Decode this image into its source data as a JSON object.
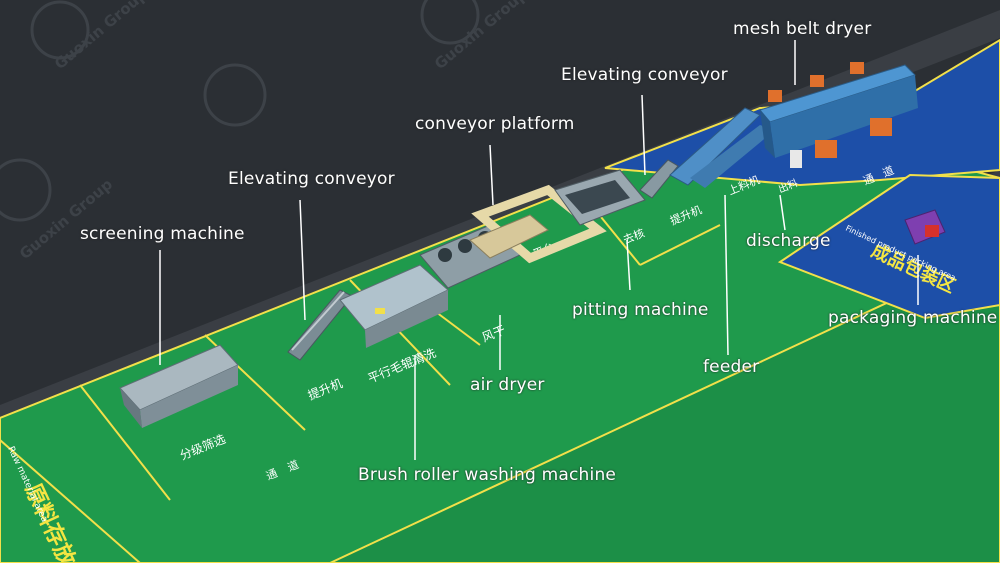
{
  "labels": {
    "mesh_belt_dryer": "mesh belt dryer",
    "elevating_conveyor_top": "Elevating conveyor",
    "conveyor_platform": "conveyor platform",
    "elevating_conveyor_left": "Elevating conveyor",
    "screening_machine": "screening machine",
    "discharge": "discharge",
    "pitting_machine": "pitting machine",
    "packaging_machine": "packaging machine",
    "feeder": "feeder",
    "air_dryer": "air dryer",
    "brush_roller_washing_machine": "Brush roller washing machine"
  },
  "floor_text": {
    "raw_material_area_cn": "原料存放区",
    "raw_material_area_en": "Raw material area",
    "finished_product_area_cn": "成品包装区",
    "finished_product_area_en": "Finished product packing area",
    "grading_screen": "分级筛选",
    "elevator_1": "提升机",
    "brush_washing": "平行毛辊清洗",
    "air_drying": "风干",
    "platform": "平台",
    "pitting": "去核",
    "elevator_2": "提升机",
    "feeder": "上料机",
    "discharge": "出料",
    "aisle_1": "通道",
    "aisle_2": "通道"
  },
  "watermark": "Guoxin Group",
  "colors": {
    "background": "#2b2f34",
    "floor_green": "#1f9a4c",
    "floor_green_dark": "#17803e",
    "floor_blue": "#1d4fa8",
    "outline_yellow": "#f2e04a",
    "road": "#3a3e44",
    "pointer": "#ffffff"
  }
}
